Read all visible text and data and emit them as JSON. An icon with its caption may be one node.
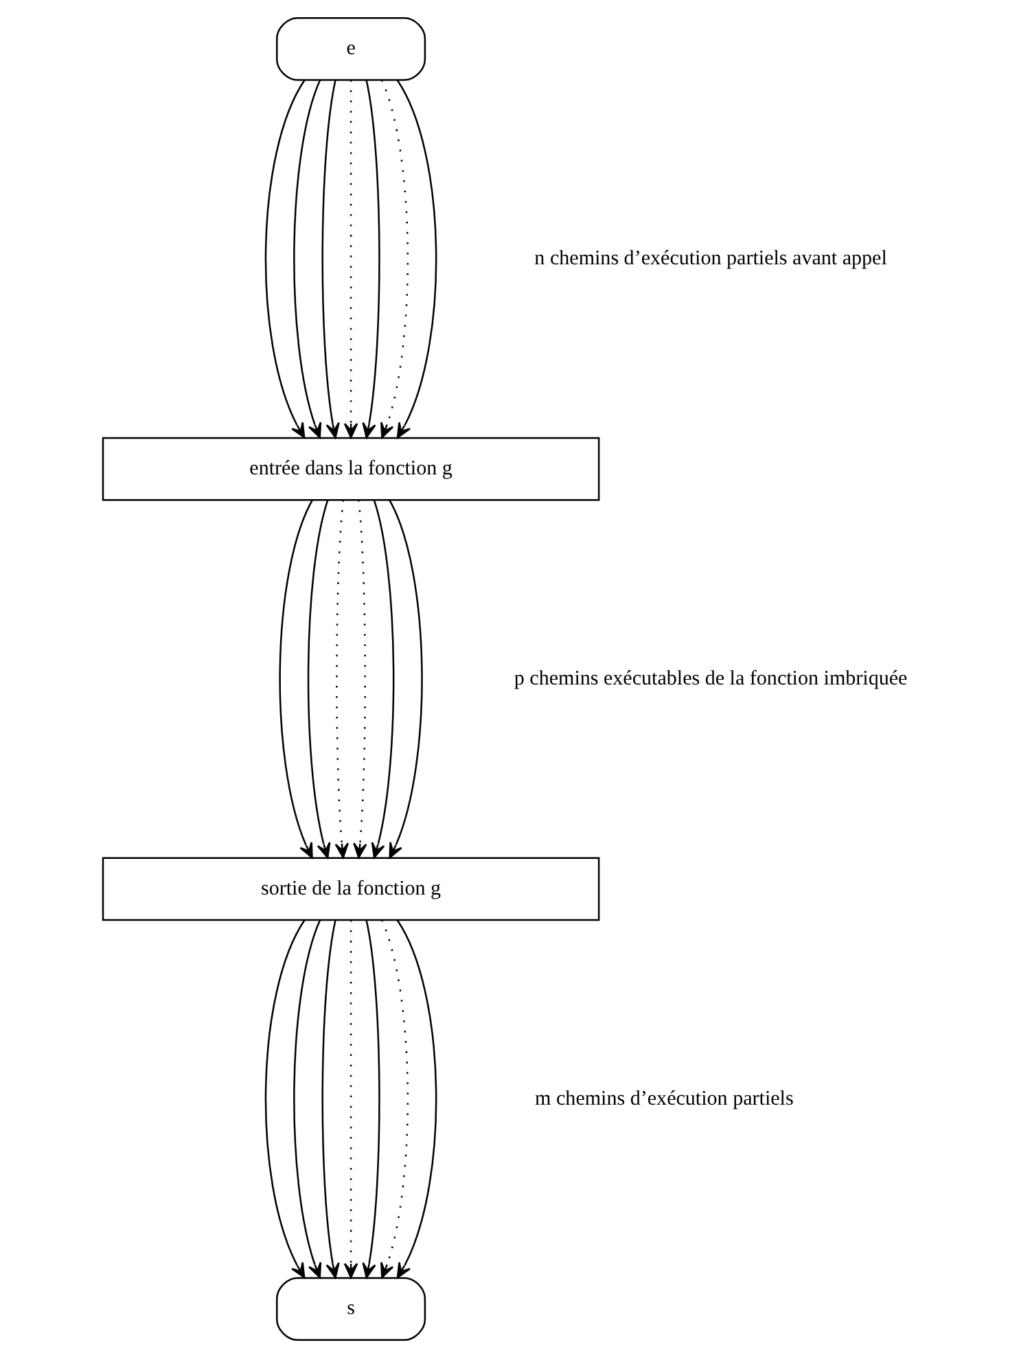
{
  "diagram": {
    "nodes": [
      {
        "text": [
          "e"
        ]
      },
      {
        "text": [
          "entrée dans la fonction g"
        ]
      },
      {
        "text": [
          "sortie de la fonction g"
        ]
      },
      {
        "text": [
          "s"
        ]
      }
    ],
    "edges": [
      {
        "from": 0,
        "to": 1,
        "arrow": "to"
      },
      {
        "from": 0,
        "to": 1,
        "arrow": "to"
      },
      {
        "from": 0,
        "to": 1,
        "arrow": "to"
      },
      {
        "from": 0,
        "to": 1,
        "arrow": "to",
        "style": "dashed"
      },
      {
        "from": 0,
        "to": 1,
        "arrow": "to"
      },
      {
        "from": 0,
        "to": 1,
        "arrow": "to",
        "style": "dashed"
      },
      {
        "from": 0,
        "to": 1,
        "arrow": "to"
      },
      {
        "from": 1,
        "to": 2,
        "arrow": "to"
      },
      {
        "from": 1,
        "to": 2,
        "arrow": "to"
      },
      {
        "from": 1,
        "to": 2,
        "arrow": "to",
        "style": "dashed"
      },
      {
        "from": 1,
        "to": 2,
        "arrow": "to",
        "style": "dashed"
      },
      {
        "from": 1,
        "to": 2,
        "arrow": "to"
      },
      {
        "from": 1,
        "to": 2,
        "arrow": "to"
      },
      {
        "from": 2,
        "to": 3,
        "arrow": "to"
      },
      {
        "from": 2,
        "to": 3,
        "arrow": "to"
      },
      {
        "from": 2,
        "to": 3,
        "arrow": "to"
      },
      {
        "from": 2,
        "to": 3,
        "arrow": "to",
        "style": "dashed"
      },
      {
        "from": 2,
        "to": 3,
        "arrow": "to"
      },
      {
        "from": 2,
        "to": 3,
        "arrow": "to",
        "style": "dashed"
      },
      {
        "from": 2,
        "to": 3,
        "arrow": "to"
      }
    ],
    "labels": [
      "n chemins d’exécution partiels avant appel",
      "p chemins exécutables de la fonction imbriquée",
      "m chemins d’exécution partiels"
    ]
  }
}
